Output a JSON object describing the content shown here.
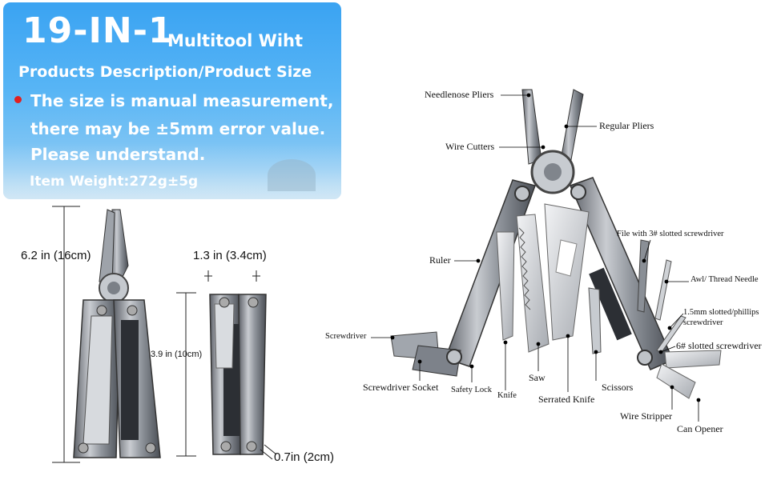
{
  "banner": {
    "title_big": "19-IN-1",
    "title_small": "Multitool Wiht",
    "subtitle": "Products Description/Product Size",
    "note_line1": "The size is manual measurement,",
    "note_line2": "there may be ±5mm error value.",
    "note_line3": "Please understand.",
    "weight": "Item Weight:272g±5g"
  },
  "dimensions": {
    "height_open": "6.2 in (16cm)",
    "width_closed": "1.3 in (3.4cm)",
    "height_closed": "3.9 in (10cm)",
    "thickness": "0.7in (2cm)"
  },
  "parts": {
    "needlenose_pliers": "Needlenose Pliers",
    "regular_pliers": "Regular Pliers",
    "wire_cutters": "Wire Cutters",
    "file": "File with 3# slotted screwdriver",
    "ruler": "Ruler",
    "awl": "Awl/ Thread Needle",
    "small_screwdriver_1": "1.5mm slotted/phillips",
    "small_screwdriver_2": "screwdriver",
    "screwdriver": "Screwdriver",
    "slotted_6": "6# slotted screwdriver",
    "screwdriver_socket": "Screwdriver Socket",
    "safety_lock": "Safety Lock",
    "knife": "Knife",
    "saw": "Saw",
    "serrated_knife": "Serrated Knife",
    "scissors": "Scissors",
    "wire_stripper": "Wire Stripper",
    "can_opener": "Can Opener"
  },
  "colors": {
    "banner_top": "#3aa3f2",
    "banner_bottom": "#b7dcf2",
    "bullet": "#e12020",
    "metal": "#a9adb3",
    "metal_dark": "#4a4e55"
  }
}
